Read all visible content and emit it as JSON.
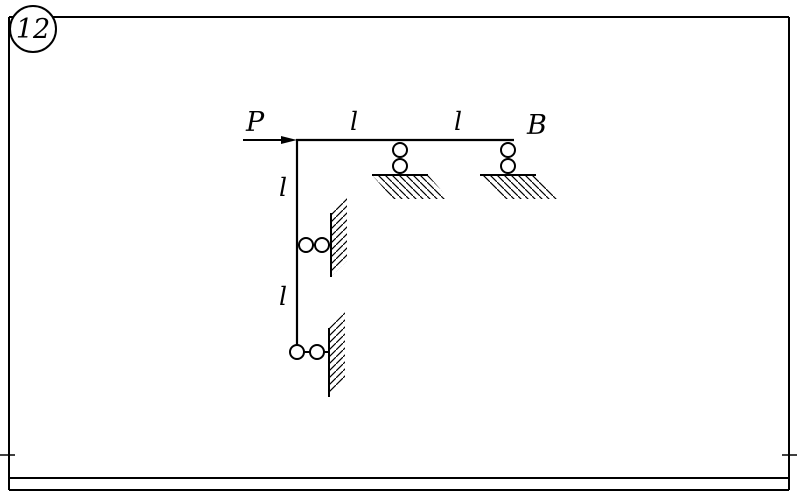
{
  "figure_number": "12",
  "labels": {
    "force": "P",
    "len_h1": "l",
    "len_h2": "l",
    "point": "B",
    "len_v1": "l",
    "len_v2": "l"
  },
  "colors": {
    "line": "#000000",
    "background": "#ffffff"
  }
}
